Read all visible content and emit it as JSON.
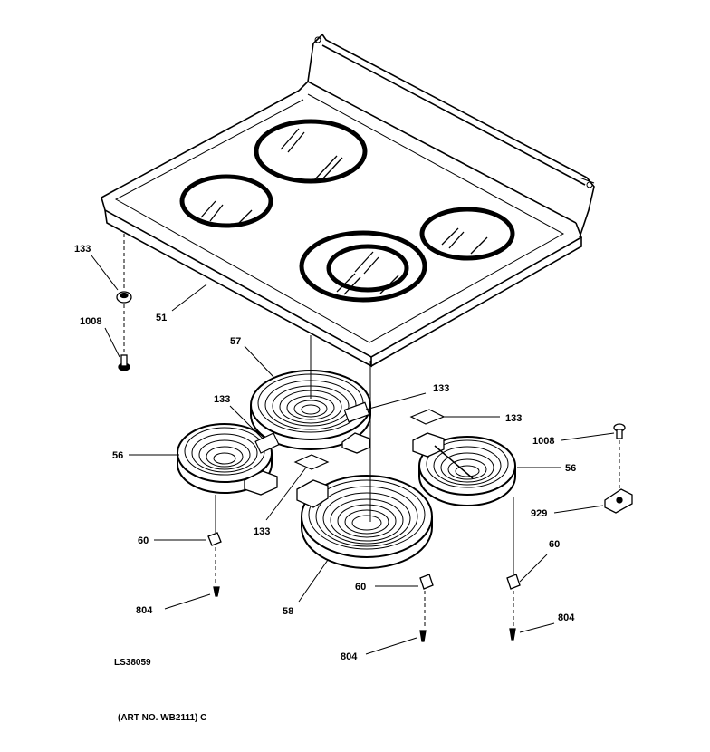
{
  "diagram": {
    "callouts": {
      "c133_top_left": "133",
      "c1008_left": "1008",
      "c51": "51",
      "c57": "57",
      "c133_a": "133",
      "c133_b": "133",
      "c133_c": "133",
      "c133_d": "133",
      "c56_left": "56",
      "c56_right": "56",
      "c1008_right": "1008",
      "c929": "929",
      "c60_left": "60",
      "c60_mid": "60",
      "c60_right": "60",
      "c804_left": "804",
      "c804_mid": "804",
      "c804_right": "804",
      "c58": "58"
    },
    "drawing_code": "LS38059",
    "art_number": "(ART NO. WB2111) C"
  }
}
